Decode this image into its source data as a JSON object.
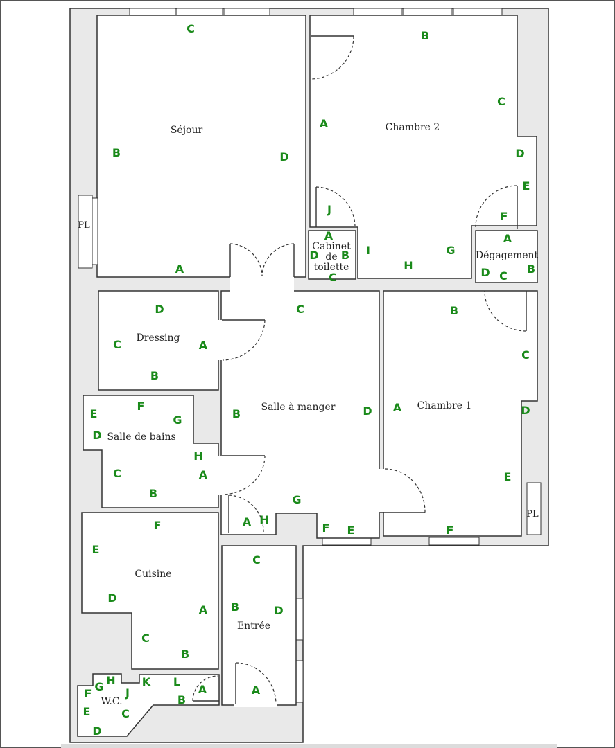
{
  "colors": {
    "wall_fill": "#e9e9e9",
    "room_fill": "#ffffff",
    "line": "#333333",
    "tag": "#1a8a1a",
    "text": "#222222"
  },
  "rooms": [
    {
      "id": "sejour",
      "name": "Séjour",
      "tags": [
        "C",
        "B",
        "D",
        "A"
      ]
    },
    {
      "id": "chambre2",
      "name": "Chambre 2",
      "tags": [
        "B",
        "A",
        "C",
        "D",
        "E",
        "F",
        "G",
        "H",
        "I",
        "J"
      ]
    },
    {
      "id": "cabinet",
      "name_lines": [
        "Cabinet",
        "de",
        "toilette"
      ],
      "tags": [
        "A",
        "D",
        "B",
        "C"
      ]
    },
    {
      "id": "degagement",
      "name": "Dégagement",
      "tags": [
        "A",
        "D",
        "C",
        "B"
      ]
    },
    {
      "id": "dressing",
      "name": "Dressing",
      "tags": [
        "D",
        "C",
        "A",
        "B"
      ]
    },
    {
      "id": "salle-a-manger",
      "name": "Salle à manger",
      "tags": [
        "C",
        "B",
        "D",
        "G",
        "A",
        "H",
        "F",
        "E"
      ]
    },
    {
      "id": "chambre1",
      "name": "Chambre 1",
      "tags": [
        "B",
        "C",
        "A",
        "D",
        "E",
        "F"
      ]
    },
    {
      "id": "salle-de-bains",
      "name": "Salle de bains",
      "tags": [
        "E",
        "F",
        "G",
        "D",
        "H",
        "A",
        "C",
        "B"
      ]
    },
    {
      "id": "cuisine",
      "name": "Cuisine",
      "tags": [
        "F",
        "E",
        "D",
        "A",
        "C",
        "B"
      ]
    },
    {
      "id": "entree",
      "name": "Entrée",
      "tags": [
        "C",
        "B",
        "D",
        "A"
      ]
    },
    {
      "id": "wc",
      "name": "W.C.",
      "tags": [
        "H",
        "G",
        "F",
        "J",
        "K",
        "L",
        "A",
        "B",
        "C",
        "E",
        "D"
      ]
    }
  ],
  "pl_label": "PL"
}
